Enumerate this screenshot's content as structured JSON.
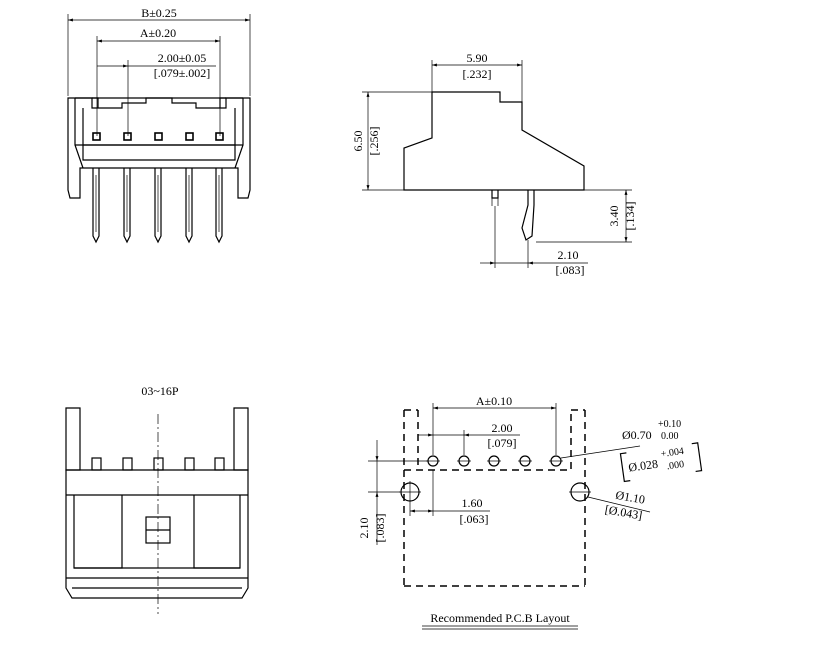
{
  "front_view": {
    "dim_b": "B±0.25",
    "dim_a": "A±0.20",
    "pitch_mm": "2.00±0.05",
    "pitch_in": "[.079±.002]"
  },
  "side_view": {
    "width_mm": "5.90",
    "width_in": "[.232]",
    "height_mm": "6.50",
    "height_in": "[.256]",
    "pin_len_mm": "3.40",
    "pin_len_in": "[.134]",
    "offset_mm": "2.10",
    "offset_in": "[.083]"
  },
  "top_view": {
    "caption": "03~16P"
  },
  "pcb_layout": {
    "dim_a": "A±0.10",
    "pitch_mm": "2.00",
    "pitch_in": "[.079]",
    "hole_mm": "Ø0.70",
    "hole_tol_plus": "+0.10",
    "hole_tol_minus": "0.00",
    "hole_in": "Ø.028",
    "hole_in_tol_plus": "+.004",
    "hole_in_tol_minus": ".000",
    "peg_mm": "Ø1.10",
    "peg_in": "[Ø.043]",
    "spacing_mm": "1.60",
    "spacing_in": "[.063]",
    "offset_mm": "2.10",
    "offset_in": "[.083]",
    "caption": "Recommended P.C.B Layout"
  }
}
